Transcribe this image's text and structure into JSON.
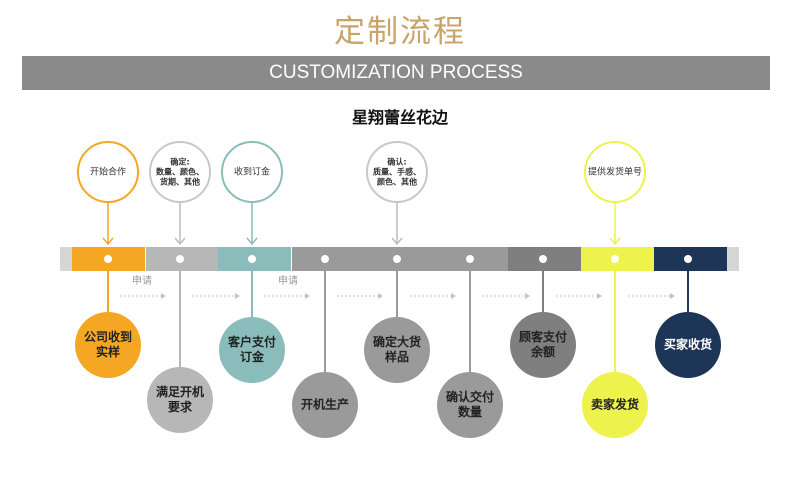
{
  "header": {
    "title_zh": "定制流程",
    "title_en": "CUSTOMIZATION PROCESS",
    "brand": "星翔蕾丝花边"
  },
  "colors": {
    "orange": "#f5a623",
    "light_gray": "#b7b7b7",
    "teal": "#8bbcbc",
    "mid_gray": "#9a9a9a",
    "dark_gray": "#7f7f7f",
    "yellow": "#eef24d",
    "navy": "#1d3557",
    "bar_end": "#d6d6d6",
    "outline": "#c8c8c8"
  },
  "top_notes": [
    {
      "lines": [
        "开始合作"
      ],
      "style": "orange"
    },
    {
      "lines": [
        "确定:",
        "数量、颜色、",
        "货期、其他"
      ],
      "style": "gray"
    },
    {
      "lines": [
        "收到订金"
      ],
      "style": "teal"
    },
    {
      "lines": [
        "确认:",
        "质量、手感、",
        "颜色、其他"
      ],
      "style": "gray"
    },
    {
      "lines": [
        "提供发货单号"
      ],
      "style": "yellow"
    }
  ],
  "steps": [
    {
      "lines": [
        "公司收到",
        "实样"
      ],
      "fill": "orange",
      "text_color": "#222222"
    },
    {
      "lines": [
        "满足开机",
        "要求"
      ],
      "fill": "light_gray",
      "text_color": "#222222"
    },
    {
      "lines": [
        "客户支付",
        "订金"
      ],
      "fill": "teal",
      "text_color": "#222222"
    },
    {
      "lines": [
        "开机生产"
      ],
      "fill": "mid_gray",
      "text_color": "#222222"
    },
    {
      "lines": [
        "确定大货",
        "样品"
      ],
      "fill": "mid_gray",
      "text_color": "#222222"
    },
    {
      "lines": [
        "确认交付",
        "数量"
      ],
      "fill": "mid_gray",
      "text_color": "#222222"
    },
    {
      "lines": [
        "顾客支付",
        "余额"
      ],
      "fill": "dark_gray",
      "text_color": "#222222"
    },
    {
      "lines": [
        "卖家发货"
      ],
      "fill": "yellow",
      "text_color": "#222222"
    },
    {
      "lines": [
        "买家收货"
      ],
      "fill": "navy",
      "text_color": "#ffffff"
    }
  ],
  "arrow_labels": [
    "申请",
    "申请"
  ]
}
